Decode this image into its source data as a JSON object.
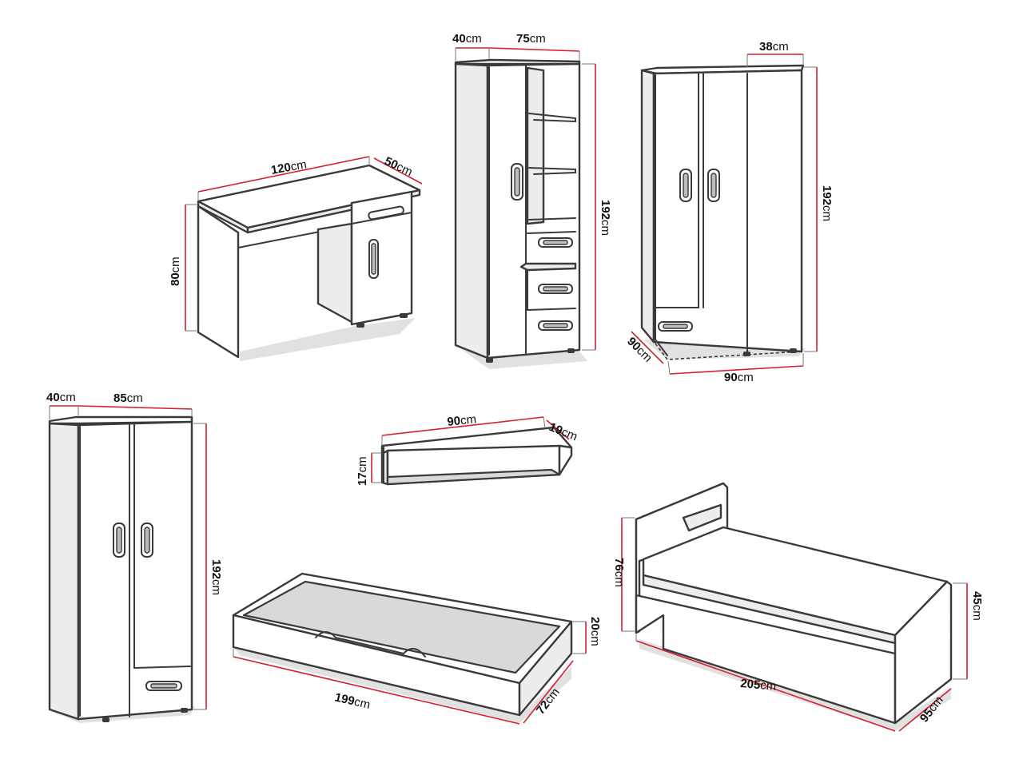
{
  "labels": {
    "desk_width": "120",
    "desk_depth": "50",
    "desk_height": "80",
    "shelf_cabinet_depth": "40",
    "shelf_cabinet_width": "75",
    "shelf_cabinet_height": "192",
    "corner_wardrobe_depth": "38",
    "corner_wardrobe_height": "192",
    "corner_wardrobe_side_a": "90",
    "corner_wardrobe_side_b": "90",
    "wardrobe_depth": "40",
    "wardrobe_width": "85",
    "wardrobe_height": "192",
    "wall_shelf_width": "90",
    "wall_shelf_depth": "19",
    "wall_shelf_height": "17",
    "drawer_length": "199",
    "drawer_width": "72",
    "drawer_height": "20",
    "bed_length": "205",
    "bed_width": "95",
    "bed_headboard_height": "76",
    "bed_footboard_height": "45"
  },
  "unit": "cm",
  "colors": {
    "dimension_line": "#d42030",
    "outline": "#3a3a3a",
    "background": "#ffffff"
  }
}
